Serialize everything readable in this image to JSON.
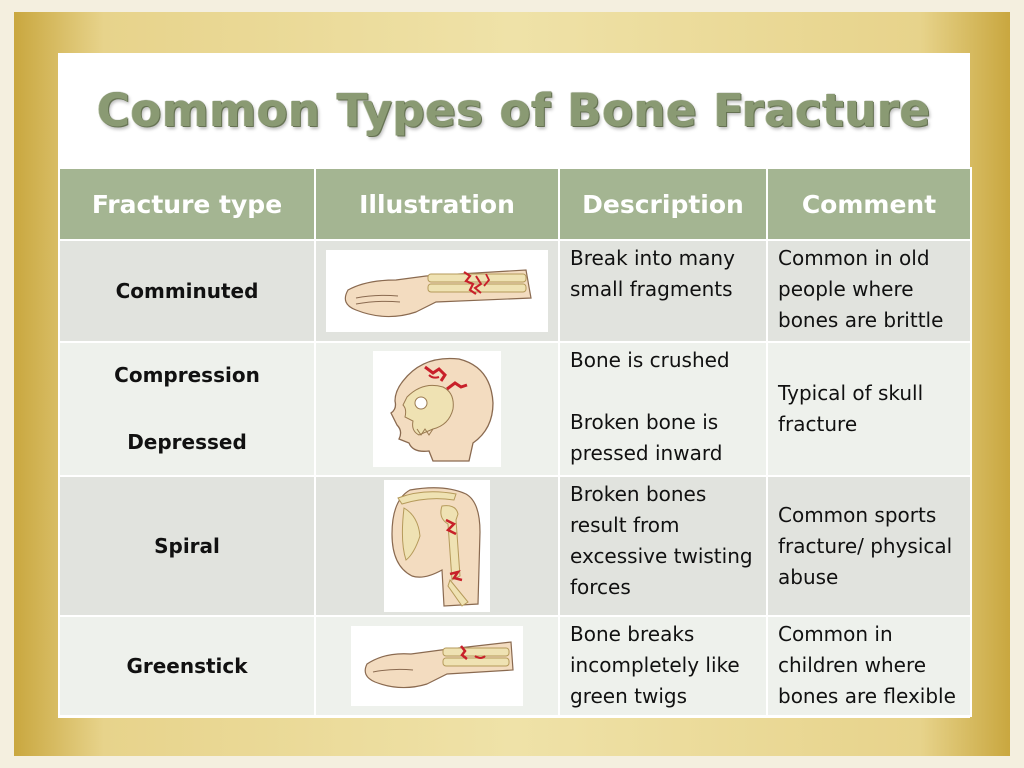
{
  "title": "Common Types of Bone Fracture",
  "headers": {
    "type": "Fracture type",
    "illustration": "Illustration",
    "description": "Description",
    "comment": "Comment"
  },
  "rows": [
    {
      "type": "Comminuted",
      "description": "Break into many small fragments",
      "comment": "Common in old people where bones are brittle",
      "illustration_icon": "forearm-fracture-icon"
    },
    {
      "type_1": "Compression",
      "type_2": "Depressed",
      "description_1": "Bone is crushed",
      "description_2": "Broken bone is pressed inward",
      "comment": "Typical of skull fracture",
      "illustration_icon": "skull-fracture-icon"
    },
    {
      "type": "Spiral",
      "description": "Broken bones result from excessive twisting forces",
      "comment": "Common sports fracture/ physical abuse",
      "illustration_icon": "arm-spiral-fracture-icon"
    },
    {
      "type": "Greenstick",
      "description": "Bone breaks incompletely like green twigs",
      "comment": "Common in children where bones are flexible",
      "illustration_icon": "forearm-greenstick-icon"
    }
  ],
  "colors": {
    "header_bg": "#a4b592",
    "row_odd": "#e1e3de",
    "row_even": "#eef1ec",
    "title": "#8a9a73",
    "fracture_red": "#c8202a",
    "bone": "#efe2b3",
    "skin": "#f3dcc0"
  }
}
